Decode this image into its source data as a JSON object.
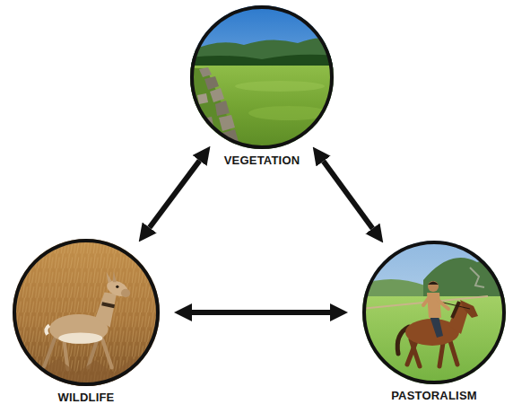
{
  "diagram": {
    "nodes": [
      {
        "text": [
          "VEGETATION"
        ]
      },
      {
        "text": [
          "WILDLIFE"
        ]
      },
      {
        "text": [
          "PASTORALISM"
        ]
      }
    ],
    "edges": [
      {
        "from": 0,
        "to": 1,
        "arrow": "both"
      },
      {
        "from": 0,
        "to": 2,
        "arrow": "both"
      },
      {
        "from": 1,
        "to": 2,
        "arrow": "both"
      }
    ]
  }
}
